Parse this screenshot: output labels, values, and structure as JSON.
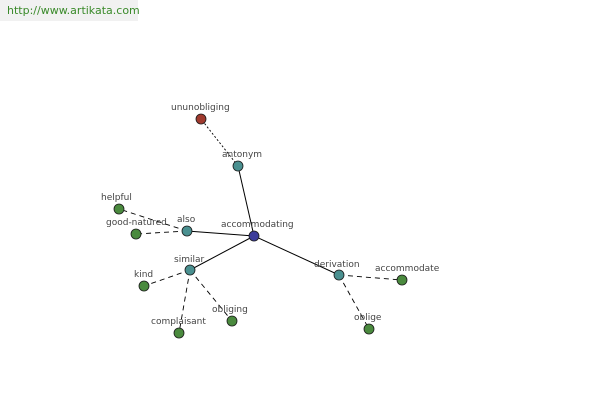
{
  "header": {
    "url": "http://www.artikata.com"
  },
  "graph": {
    "colors": {
      "center": "#3c3c9a",
      "relation": "#4a9090",
      "word": "#4a8a3e",
      "antonym_word": "#a03a2e",
      "edge": "#000000"
    },
    "center": "accommodating",
    "relations": [
      {
        "label": "antonym",
        "words": [
          "ununobliging"
        ]
      },
      {
        "label": "also",
        "words": [
          "helpful",
          "good-natured"
        ]
      },
      {
        "label": "similar",
        "words": [
          "kind",
          "complaisant",
          "obliging"
        ]
      },
      {
        "label": "derivation",
        "words": [
          "accommodate",
          "oblige"
        ]
      }
    ]
  }
}
